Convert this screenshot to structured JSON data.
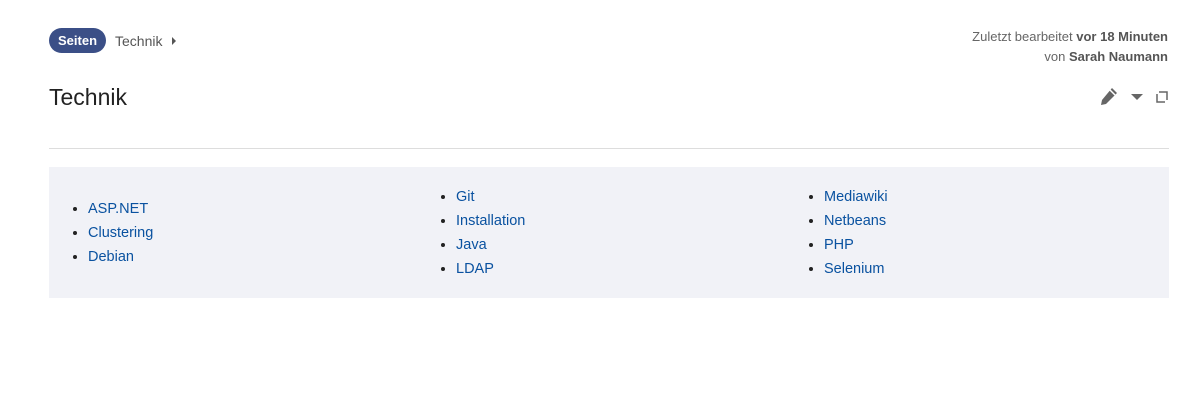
{
  "breadcrumb": {
    "root": "Seiten",
    "current": "Technik"
  },
  "meta": {
    "prefix": "Zuletzt bearbeitet",
    "time": "vor 18 Minuten",
    "by": "von",
    "author": "Sarah Naumann"
  },
  "title": "Technik",
  "columns": [
    [
      "ASP.NET",
      "Clustering",
      "Debian"
    ],
    [
      "Git",
      "Installation",
      "Java",
      "LDAP"
    ],
    [
      "Mediawiki",
      "Netbeans",
      "PHP",
      "Selenium"
    ]
  ],
  "colors": {
    "pill": "#3b4f87",
    "link": "#0a52a0",
    "panel": "#f1f2f7"
  }
}
